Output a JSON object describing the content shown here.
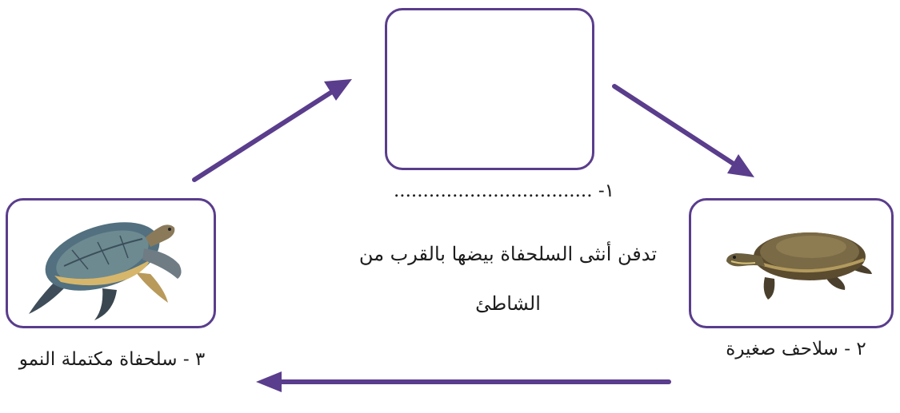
{
  "stages": {
    "stage1": {
      "number_label": "١-",
      "blank_line": "..................................",
      "description": "تدفن أنثى السلحفاة بيضها بالقرب من الشاطئ",
      "image": "empty-box"
    },
    "stage2": {
      "label": "٢ - سلاحف صغيرة",
      "image": "small-turtle"
    },
    "stage3": {
      "label": "٣ - سلحفاة مكتملة النمو",
      "image": "sea-turtle"
    }
  },
  "colors": {
    "accent": "#5a3d8c",
    "text": "#1c1c1c"
  },
  "icons": [
    "arrow-up-right-icon",
    "arrow-down-right-icon",
    "arrow-left-icon",
    "sea-turtle-illustration",
    "small-turtle-illustration"
  ]
}
